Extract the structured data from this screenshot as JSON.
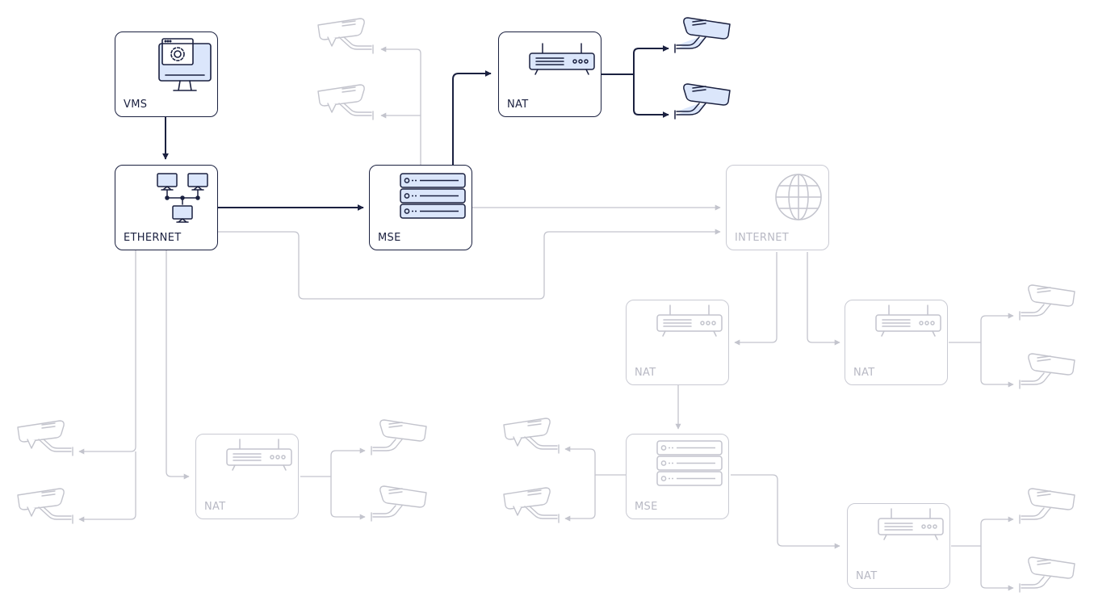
{
  "nodes": {
    "vms": {
      "label": "VMS"
    },
    "ethernet": {
      "label": "ETHERNET"
    },
    "mse_main": {
      "label": "MSE"
    },
    "nat_top": {
      "label": "NAT"
    },
    "internet": {
      "label": "INTERNET"
    },
    "nat_internet_left": {
      "label": "NAT"
    },
    "nat_internet_right": {
      "label": "NAT"
    },
    "mse_remote": {
      "label": "MSE"
    },
    "nat_remote": {
      "label": "NAT"
    },
    "nat_lan": {
      "label": "NAT"
    }
  },
  "colors": {
    "active": "#1b2140",
    "inactive": "#c3c4cd",
    "active_fill": "#dbe6fb",
    "inactive_fill": "#ffffff"
  },
  "icons": {
    "vms": "monitor-gear-icon",
    "ethernet": "network-icon",
    "mse": "server-rack-icon",
    "nat": "router-icon",
    "internet": "globe-icon",
    "camera": "cctv-camera-icon"
  }
}
